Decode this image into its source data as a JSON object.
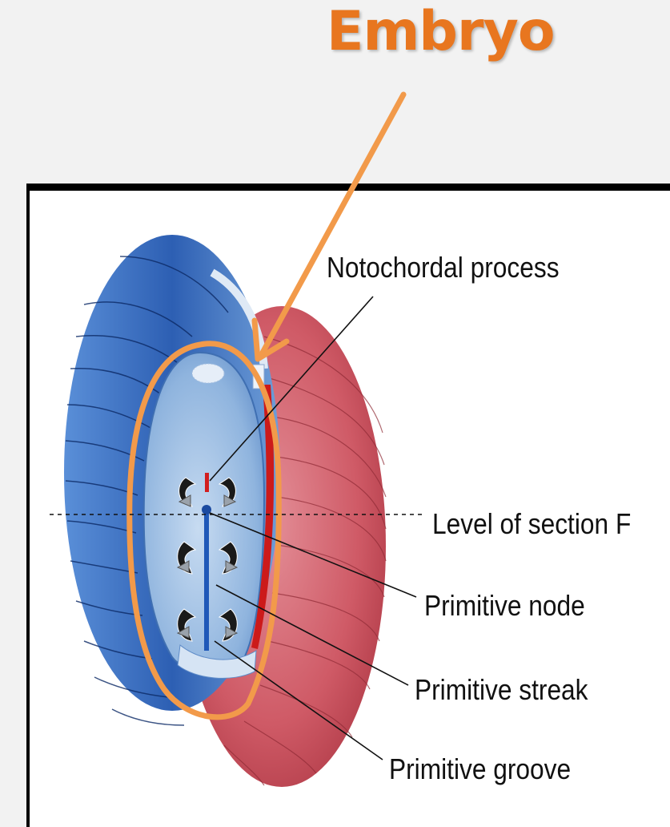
{
  "title": "Embryo",
  "labels": {
    "notochordal_process": "Notochordal process",
    "level_of_section": "Level of section F",
    "primitive_node": "Primitive node",
    "primitive_streak": "Primitive streak",
    "primitive_groove": "Primitive groove"
  },
  "colors": {
    "title": "#e8761f",
    "annotation": "#f29a4a",
    "amnion_blue": "#3a6fc0",
    "yolk_sac_red": "#c9545f",
    "disc_blue": "#8fb6e0"
  }
}
